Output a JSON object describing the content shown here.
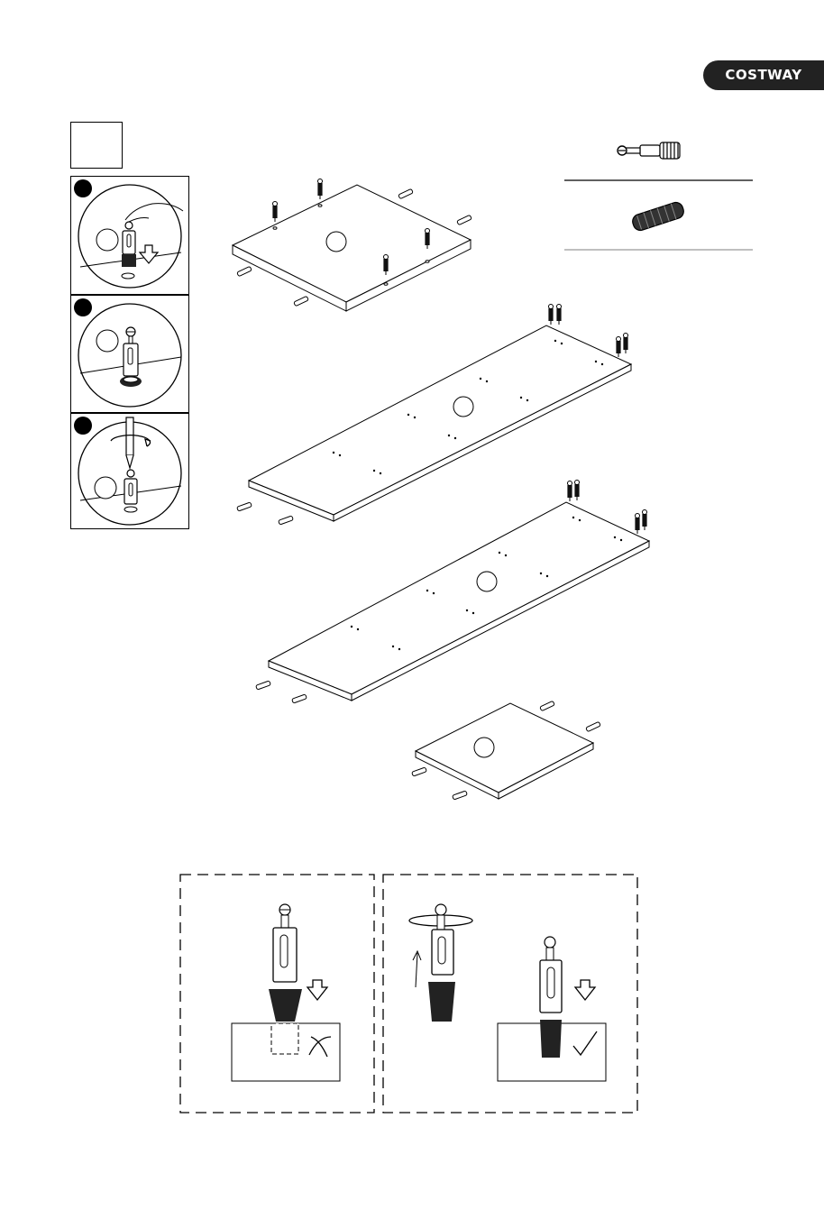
{
  "brand": {
    "name": "COSTWAY"
  },
  "step": {
    "number": ""
  },
  "parts": [
    {
      "id": "cam-bolt",
      "icon": "cam-bolt-icon"
    },
    {
      "id": "wooden-dowel",
      "icon": "dowel-icon"
    }
  ],
  "detail_steps": [
    {
      "id": "insert-cam-bolt",
      "icon": "cam-bolt-insert-icon"
    },
    {
      "id": "seat-cam-bolt",
      "icon": "cam-bolt-seated-icon"
    },
    {
      "id": "screw-cam-bolt",
      "icon": "screwdriver-icon"
    }
  ],
  "boards": [
    {
      "id": "side-panel-top"
    },
    {
      "id": "shelf-long-1"
    },
    {
      "id": "shelf-long-2"
    },
    {
      "id": "side-panel-bottom"
    }
  ],
  "tips": [
    {
      "id": "wrong-install",
      "result": "incorrect"
    },
    {
      "id": "right-install",
      "result": "correct"
    }
  ],
  "colors": {
    "ink": "#000000",
    "badge": "#222222",
    "paper": "#ffffff"
  }
}
